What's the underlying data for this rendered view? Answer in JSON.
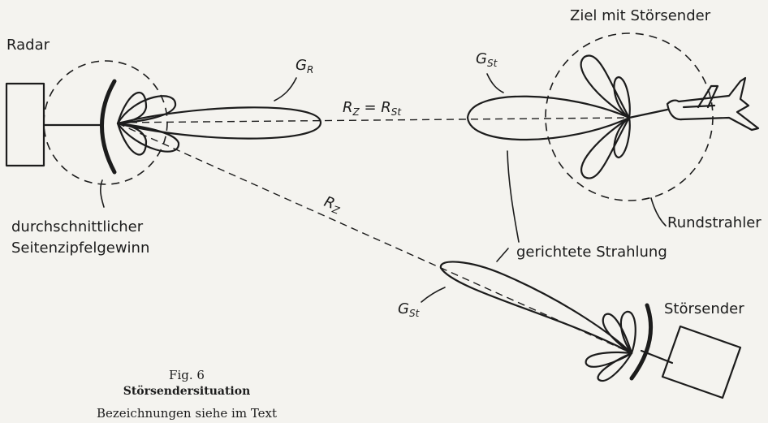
{
  "labels": {
    "radar": "Radar",
    "gr": "G",
    "gr_sub": "R",
    "range_eq_lhs": "R",
    "range_eq_lhs_sub": "Z",
    "range_eq_sign": " = ",
    "range_eq_rhs": "R",
    "range_eq_rhs_sub": "St",
    "gst_target": "G",
    "gst_target_sub": "St",
    "target_title": "Ziel mit Störsender",
    "rz": "R",
    "rz_sub": "Z",
    "sidelobe_line1": "durchschnittlicher",
    "sidelobe_line2": "Seitenzipfelgewinn",
    "rundstrahler": "Rundstrahler",
    "gerichtete": "gerichtete Strahlung",
    "gst_jammer": "G",
    "gst_jammer_sub": "St",
    "stoersender": "Störsender"
  },
  "caption": {
    "fig": "Fig. 6",
    "title": "Störsendersituation",
    "note": "Bezeichnungen siehe im Text"
  }
}
